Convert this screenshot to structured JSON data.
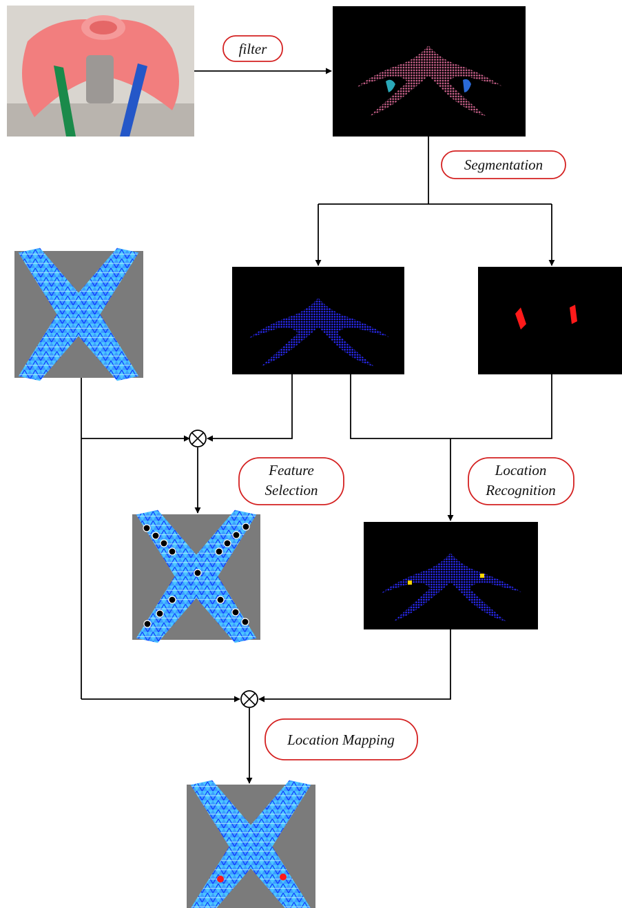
{
  "labels": {
    "filter": "filter",
    "segmentation": "Segmentation",
    "feature_selection": [
      "Feature",
      "Selection"
    ],
    "location_recognition": [
      "Location",
      "Recognition"
    ],
    "location_mapping": "Location Mapping"
  },
  "colors": {
    "label_border": "#d42020",
    "line": "#000000",
    "panel_black": "#000000",
    "panel_gray": "#7b7b7b",
    "mesh_light": "#5fd3ff",
    "mesh_dark": "#1a3cff",
    "cloud_pink": "#c85a8a",
    "cloud_blue": "#2a2aff",
    "marker_red": "#ff1a1a",
    "marker_yellow": "#ffd700",
    "photo_model": "#f27e7e"
  },
  "icons": {
    "merge": "circle-times-icon"
  }
}
